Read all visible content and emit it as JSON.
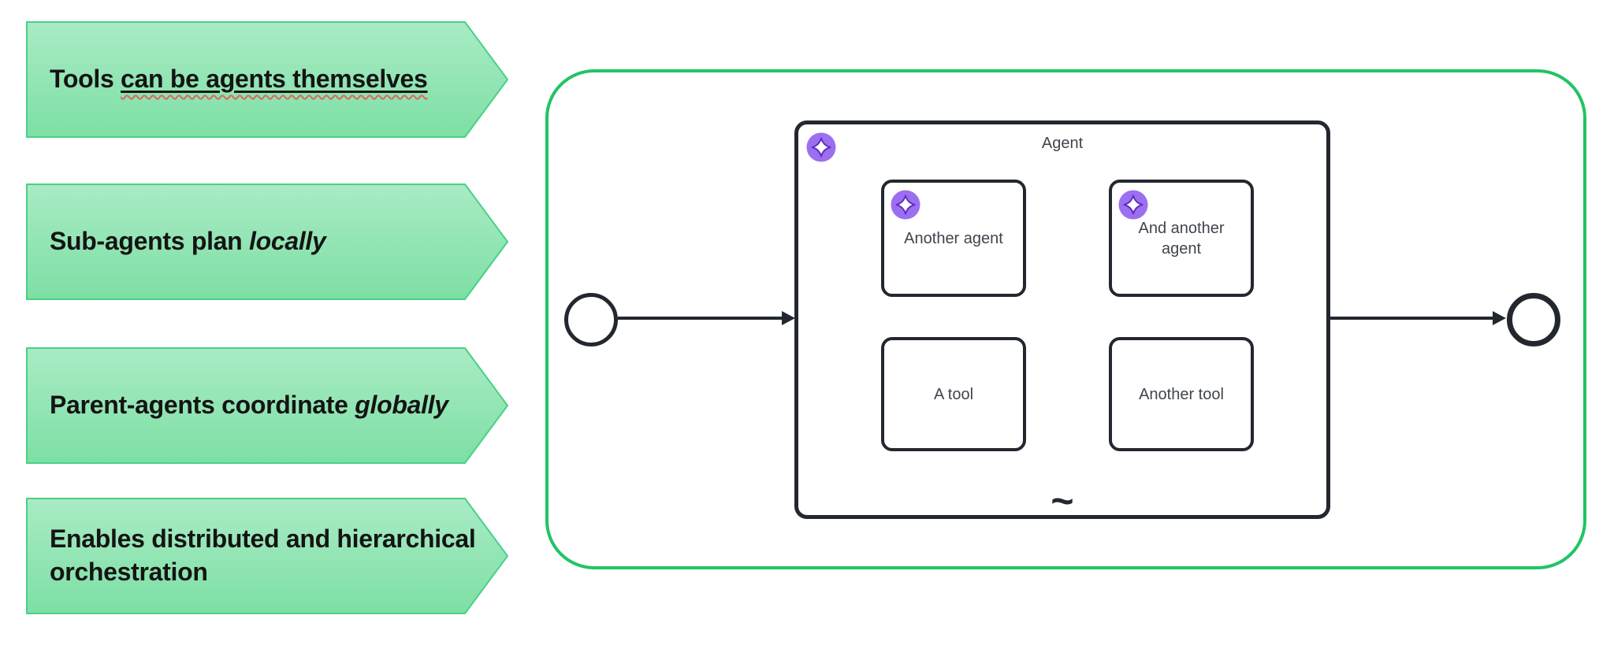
{
  "callouts": [
    {
      "segments": [
        {
          "text": "Tools ",
          "style": "plain"
        },
        {
          "text": "can be agents themselves",
          "style": "underline-with-spellcheck-squiggle"
        }
      ]
    },
    {
      "segments": [
        {
          "text": "Sub-agents plan ",
          "style": "plain"
        },
        {
          "text": "locally",
          "style": "italic"
        }
      ]
    },
    {
      "segments": [
        {
          "text": "Parent-agents coordinate ",
          "style": "plain"
        },
        {
          "text": "globally",
          "style": "italic"
        }
      ]
    },
    {
      "segments": [
        {
          "text": "Enables distributed and hierarchical orchestration",
          "style": "plain"
        }
      ]
    }
  ],
  "bpmn": {
    "agent_label": "Agent",
    "adhoc_marker": "~",
    "start_event": "start-event-circle",
    "end_event": "end-event-circle-thick",
    "agent_icon": "sparkle-icon",
    "sub_boxes": [
      {
        "label": "Another agent",
        "icon": "sparkle-icon"
      },
      {
        "label": "And another agent",
        "icon": "sparkle-icon"
      },
      {
        "label": "A tool",
        "icon": null
      },
      {
        "label": "Another tool",
        "icon": null
      }
    ]
  },
  "colors": {
    "callout_fill_top": "#a9ebc5",
    "callout_fill_bottom": "#7ddfa4",
    "callout_border": "#49d186",
    "container_border": "#21c464",
    "diagram_stroke": "#23272f",
    "label_text": "#40454d",
    "icon_circle": "#9b6ff0",
    "icon_star_stroke": "#5e2ec2",
    "spellcheck_red": "#da685c"
  }
}
